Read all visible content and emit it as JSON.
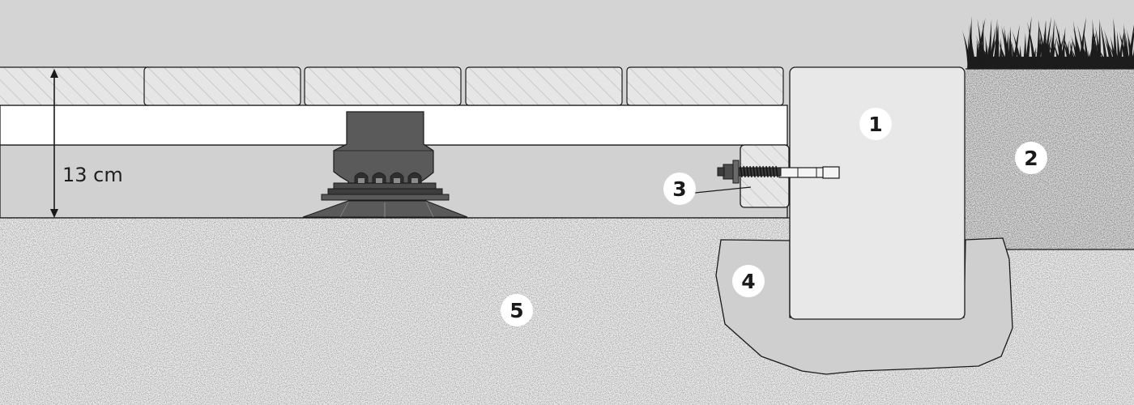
{
  "diagram": {
    "dimension": {
      "label": "13 cm"
    },
    "callouts": [
      {
        "number": "1"
      },
      {
        "number": "2"
      },
      {
        "number": "3"
      },
      {
        "number": "4"
      },
      {
        "number": "5"
      }
    ]
  },
  "colors": {
    "background": "#d4d4d4",
    "paving_slab": "#e4e4e4",
    "bearer_strip": "#ffffff",
    "pedestal": "#4a4a4a",
    "curb_block": "#e8e8e8",
    "soil_fill": "#dcdcdc",
    "concrete_footing": "#cfcfcf",
    "ground_base": "#f0f0f0",
    "grass": "#1c1c1c",
    "outline": "#1a1a1a"
  }
}
